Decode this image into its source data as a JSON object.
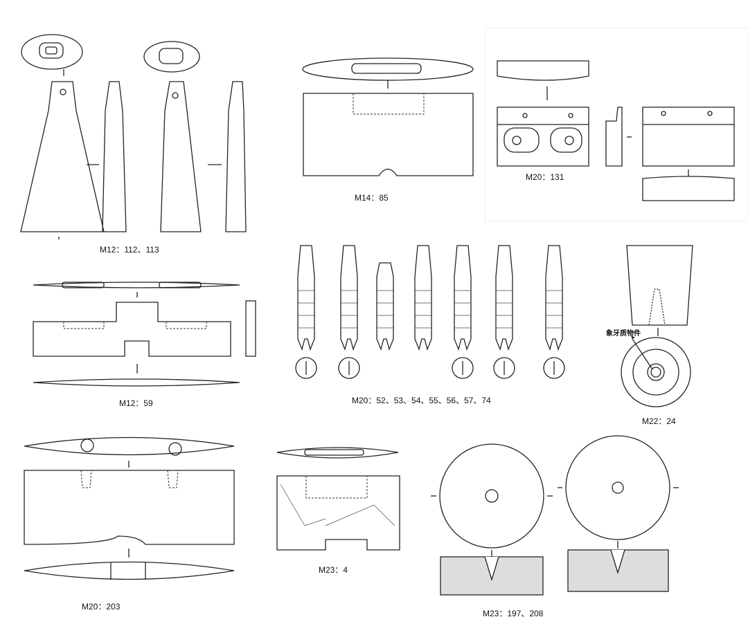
{
  "figures": [
    {
      "label": "M12：112、113"
    },
    {
      "label": "M14：85"
    },
    {
      "label": "M20：131"
    },
    {
      "label": "M12：59"
    },
    {
      "label": "M20：52、53、54、55、56、57、74"
    },
    {
      "label": "M22：24",
      "annotation": "象牙质物件"
    },
    {
      "label": "M20：203"
    },
    {
      "label": "M23：4"
    },
    {
      "label": "M23：197、208"
    }
  ]
}
